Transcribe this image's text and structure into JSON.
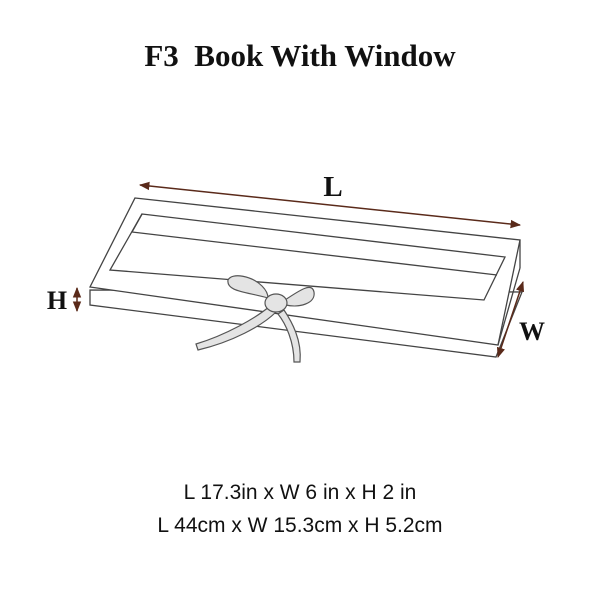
{
  "title": "F3  Book With Window",
  "labels": {
    "length": "L",
    "width": "W",
    "height": "H"
  },
  "dimensions": {
    "imperial": "L 17.3in x W 6 in x H 2 in",
    "metric": "L 44cm x W 15.3cm x H 5.2cm"
  },
  "colors": {
    "line": "#444444",
    "arrow": "#5a2a1a",
    "ribbon_fill": "#e4e4e4"
  }
}
